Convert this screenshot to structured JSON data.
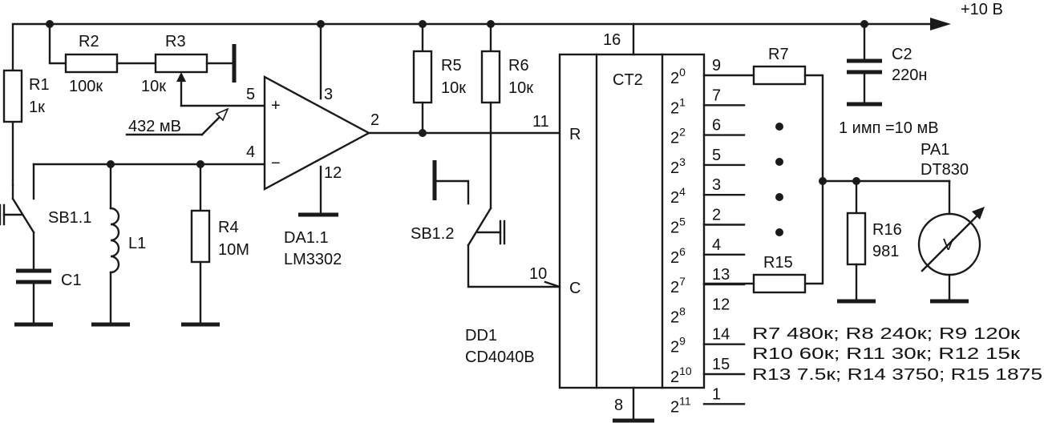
{
  "supply": {
    "label": "+10 В"
  },
  "components": {
    "r1": {
      "ref": "R1",
      "value": "1к"
    },
    "r2": {
      "ref": "R2",
      "value": "100к"
    },
    "r3": {
      "ref": "R3",
      "value": "10к"
    },
    "r4": {
      "ref": "R4",
      "value": "10М"
    },
    "r5": {
      "ref": "R5",
      "value": "10к"
    },
    "r6": {
      "ref": "R6",
      "value": "10к"
    },
    "r7": {
      "ref": "R7"
    },
    "r15": {
      "ref": "R15"
    },
    "r16": {
      "ref": "R16",
      "value": "981"
    },
    "c1": {
      "ref": "C1"
    },
    "c2": {
      "ref": "C2",
      "value": "220н"
    },
    "l1": {
      "ref": "L1"
    },
    "sb11": {
      "ref": "SB1.1"
    },
    "sb12": {
      "ref": "SB1.2"
    },
    "da1": {
      "ref": "DA1.1",
      "part": "LM3302",
      "plus": "+",
      "minus": "−",
      "pin_plus": "5",
      "pin_minus": "4",
      "pin_out": "2",
      "pin_vcc": "3",
      "pin_gnd": "12"
    },
    "dd1": {
      "ref": "DD1",
      "part": "CD4040B",
      "title": "CT2",
      "pin_r_label": "R",
      "pin_c_label": "C",
      "pin_r": "11",
      "pin_c": "10",
      "pin_vcc": "16",
      "pin_gnd": "8"
    },
    "pa1": {
      "ref": "PA1",
      "part": "DT830",
      "symbol": "V"
    }
  },
  "annotations": {
    "ref_voltage": "432 мВ",
    "scale": "1 имп =10 мВ"
  },
  "counter_outputs": [
    {
      "base": "2",
      "exp": "0",
      "pin": "9"
    },
    {
      "base": "2",
      "exp": "1",
      "pin": "7"
    },
    {
      "base": "2",
      "exp": "2",
      "pin": "6"
    },
    {
      "base": "2",
      "exp": "3",
      "pin": "5"
    },
    {
      "base": "2",
      "exp": "4",
      "pin": "3"
    },
    {
      "base": "2",
      "exp": "5",
      "pin": "2"
    },
    {
      "base": "2",
      "exp": "6",
      "pin": "4"
    },
    {
      "base": "2",
      "exp": "7",
      "pin": "13"
    },
    {
      "base": "2",
      "exp": "8",
      "pin": "12"
    },
    {
      "base": "2",
      "exp": "9",
      "pin": "14"
    },
    {
      "base": "2",
      "exp": "10",
      "pin": "15"
    },
    {
      "base": "2",
      "exp": "11",
      "pin": "1"
    }
  ],
  "resistor_table": [
    "R7  480к; R8  240к; R9  120к",
    "R10  60к; R11  30к; R12  15к",
    "R13  7.5к; R14  3750; R15  1875"
  ]
}
